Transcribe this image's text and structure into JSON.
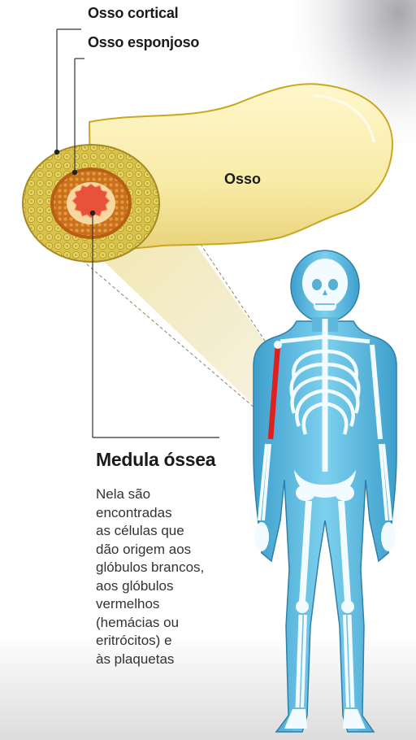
{
  "labels": {
    "cortical": "Osso cortical",
    "esponjoso": "Osso esponjoso",
    "osso": "Osso",
    "medula": "Medula óssea"
  },
  "description": {
    "lines": [
      "Nela são",
      "encontradas",
      "as células que",
      "dão origem aos",
      "glóbulos brancos,",
      "aos glóbulos",
      "vermelhos",
      "(hemácias ou",
      "eritrócitos) e",
      "às plaquetas"
    ]
  },
  "colors": {
    "bone_fill": "#fbf0b4",
    "bone_stroke": "#c9a820",
    "cortical": "#d8c24a",
    "spongy": "#c86a1c",
    "marrow": "#e8523a",
    "skeleton_body": "#5fb8dc",
    "skeleton_bone": "#f2fbff",
    "highlight_bone": "#e0201e"
  }
}
